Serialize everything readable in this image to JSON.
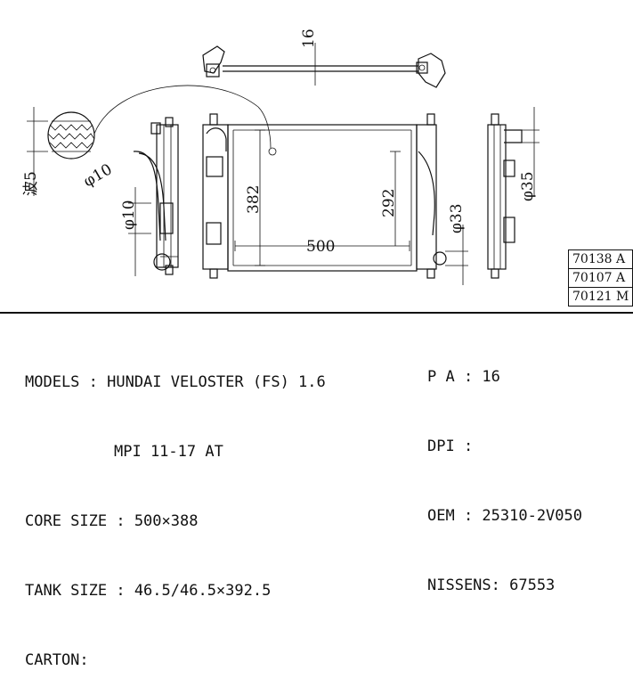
{
  "drawing": {
    "dim_top_thickness": "16",
    "dim_fin": "波5",
    "dim_inlet_dia": "φ10",
    "dim_side_pipe_dia": "φ10",
    "dim_core_height": "382",
    "dim_core_width": "500",
    "dim_tank_offset": "292",
    "dim_outlet_dia": "φ33",
    "dim_right_dia": "φ35"
  },
  "ref_table": [
    "70138 A",
    "70107 A",
    "70121 M"
  ],
  "specs": {
    "models_line1": "MODELS : HUNDAI VELOSTER (FS) 1.6",
    "models_line2": "MPI 11-17 AT",
    "core_size": "CORE SIZE : 500×388",
    "tank_size": "TANK SIZE : 46.5/46.5×392.5",
    "carton": "CARTON:",
    "pa": "P A : 16",
    "dpi": "DPI :",
    "oem": "OEM : 25310-2V050",
    "nissens": "NISSENS: 67553"
  }
}
